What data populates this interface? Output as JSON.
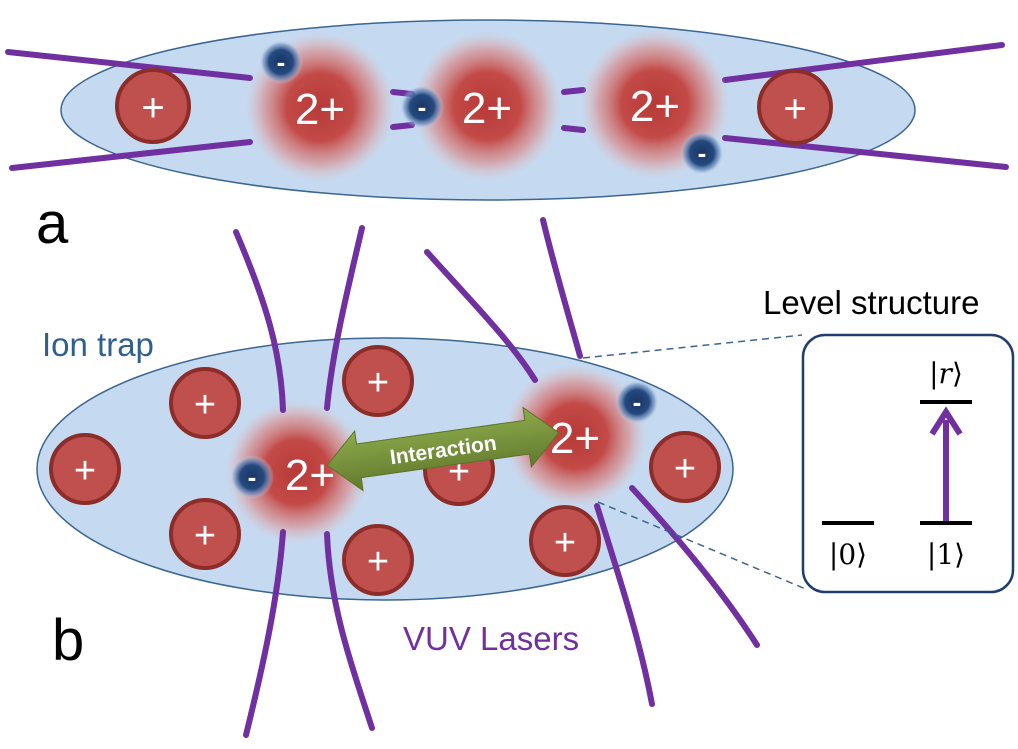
{
  "panel_a": {
    "label": "a",
    "single_ion_charge": "+",
    "double_ion_charge": "2+",
    "electron_charge": "-"
  },
  "panel_b": {
    "label": "b",
    "trap_label": "Ion trap",
    "lasers_label": "VUV Lasers",
    "interaction_label": "Interaction",
    "single_ion_charge": "+",
    "double_ion_charge": "2+",
    "electron_charge": "-"
  },
  "level_structure": {
    "title": "Level structure",
    "level_0": "|0⟩",
    "level_1": "|1⟩",
    "level_r_left": "|",
    "level_r_var": "r",
    "level_r_right": "⟩"
  },
  "colors": {
    "trap_fill": "#c5daf1",
    "trap_stroke": "#3a6690",
    "ion_red": "#c0504d",
    "laser_purple": "#7030a0",
    "interaction_green": "#77933c",
    "electron_blue": "#1f3d6e",
    "label_blue": "#2e5f8f"
  }
}
